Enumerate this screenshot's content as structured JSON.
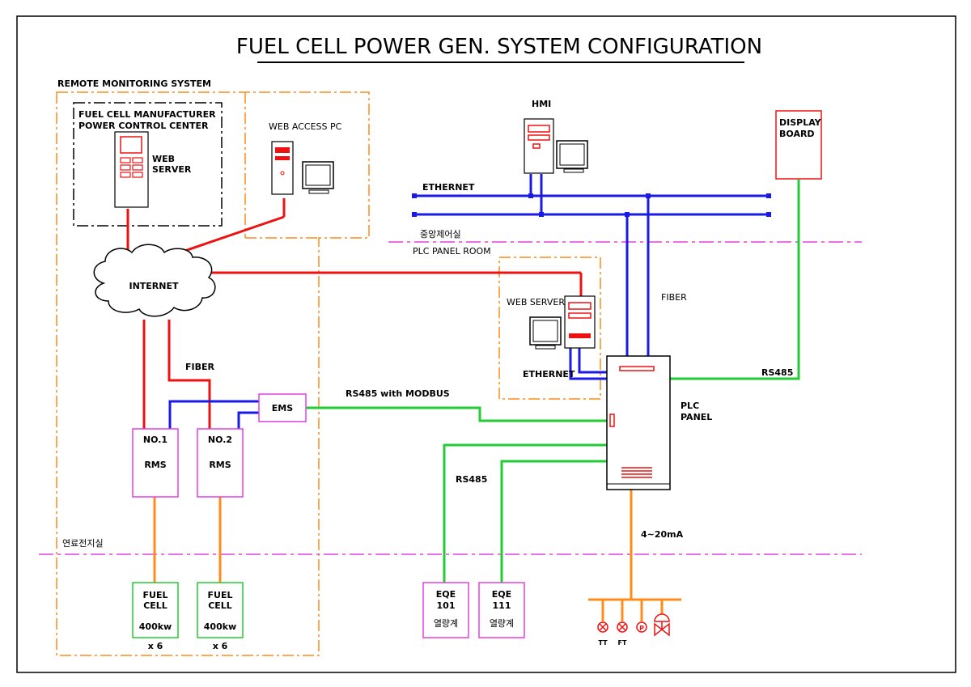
{
  "title": "FUEL CELL POWER GEN. SYSTEM CONFIGURATION",
  "zones": {
    "remote_monitoring": "REMOTE MONITORING SYSTEM",
    "central_control": "중앙제어실",
    "plc_panel_room": "PLC PANEL ROOM",
    "fuel_cell_room": "연료전지실"
  },
  "nodes": {
    "manufacturer_line1": "FUEL CELL MANUFACTURER",
    "manufacturer_line2": "POWER CONTROL CENTER",
    "web_server_top_line1": "WEB",
    "web_server_top_line2": "SERVER",
    "web_access_pc": "WEB ACCESS PC",
    "internet": "INTERNET",
    "hmi": "HMI",
    "display_board_line1": "DISPLAY",
    "display_board_line2": "BOARD",
    "web_server": "WEB SERVER",
    "ethernet_server": "ETHERNET",
    "ems": "EMS",
    "rms1_line1": "NO.1",
    "rms1_line2": "RMS",
    "rms2_line1": "NO.2",
    "rms2_line2": "RMS",
    "plc_line1": "PLC",
    "plc_line2": "PANEL",
    "fc1_line1": "FUEL",
    "fc1_line2": "CELL",
    "fc1_power": "400kw",
    "fc1_qty": "x 6",
    "fc2_line1": "FUEL",
    "fc2_line2": "CELL",
    "fc2_power": "400kw",
    "fc2_qty": "x 6",
    "eqe101_line1": "EQE",
    "eqe101_line2": "101",
    "eqe101_line3": "열량계",
    "eqe111_line1": "EQE",
    "eqe111_line2": "111",
    "eqe111_line3": "열량계",
    "tt": "TT",
    "ft": "FT",
    "p": "P"
  },
  "links": {
    "ethernet_bus": "ETHERNET",
    "fiber_plc": "FIBER",
    "fiber_internet": "FIBER",
    "rs485_modbus": "RS485 with MODBUS",
    "rs485_display": "RS485",
    "rs485_eqe": "RS485",
    "analog": "4~20mA"
  },
  "colors": {
    "internet_link": "#ee1111",
    "ethernet_link": "#1a1ae6",
    "serial_link": "#22cc33",
    "analog_link": "#ff8c1a",
    "zone_border": "#ff8c1a",
    "zone_divider": "#e040e0",
    "device_box": "#e040e0"
  }
}
